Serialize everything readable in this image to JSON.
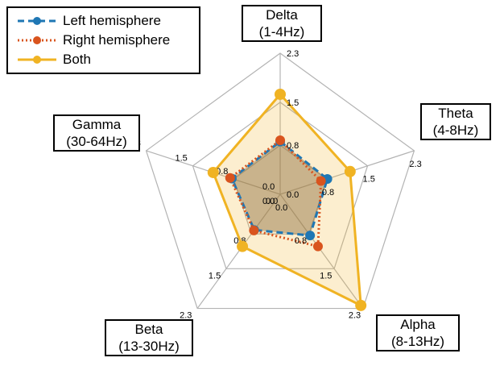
{
  "chart_data": {
    "type": "radar",
    "title": "",
    "axes": [
      {
        "name": "Delta",
        "range": "(1-4Hz)"
      },
      {
        "name": "Theta",
        "range": "(4-8Hz)"
      },
      {
        "name": "Alpha",
        "range": "(8-13Hz)"
      },
      {
        "name": "Beta",
        "range": "(13-30Hz)"
      },
      {
        "name": "Gamma",
        "range": "(30-64Hz)"
      }
    ],
    "ticks": [
      "0.0",
      "0.8",
      "1.5",
      "2.3"
    ],
    "rmax": 2.3,
    "series": [
      {
        "name": "Left hemisphere",
        "color": "#1f77b4",
        "line_style": "dashed",
        "values": [
          0.86,
          0.81,
          0.83,
          0.72,
          0.83
        ]
      },
      {
        "name": "Right hemisphere",
        "color": "#d9541e",
        "line_style": "dotted",
        "values": [
          0.88,
          0.7,
          1.05,
          0.73,
          0.86
        ]
      },
      {
        "name": "Both",
        "color": "#f0b323",
        "line_style": "solid",
        "values": [
          1.63,
          1.2,
          2.24,
          1.05,
          1.15
        ]
      }
    ],
    "grid": true,
    "legend_position": "top-left"
  }
}
